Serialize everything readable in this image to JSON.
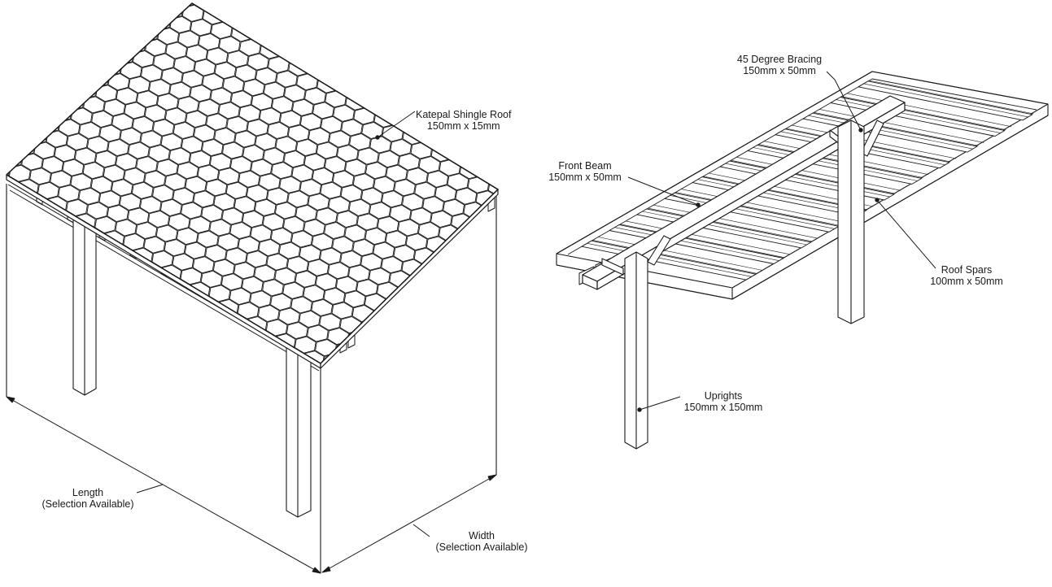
{
  "left_drawing": {
    "roof_label": {
      "line1": "Katepal Shingle Roof",
      "line2": "150mm x 15mm"
    },
    "length_label": {
      "line1": "Length",
      "line2": "(Selection Available)"
    },
    "width_label": {
      "line1": "Width",
      "line2": "(Selection Available)"
    }
  },
  "right_drawing": {
    "bracing_label": {
      "line1": "45 Degree Bracing",
      "line2": "150mm x 50mm"
    },
    "beam_label": {
      "line1": "Front Beam",
      "line2": "150mm x 50mm"
    },
    "spars_label": {
      "line1": "Roof Spars",
      "line2": "100mm x 50mm"
    },
    "uprights_label": {
      "line1": "Uprights",
      "line2": "150mm x 150mm"
    }
  },
  "colors": {
    "line": "#1a1a1a",
    "background": "#ffffff"
  }
}
